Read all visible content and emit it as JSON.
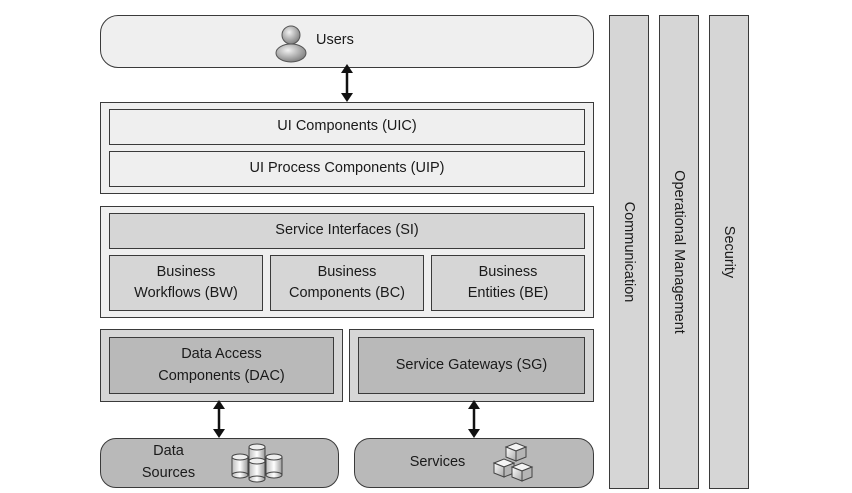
{
  "users": {
    "label": "Users"
  },
  "presentation": {
    "ui_components": "UI Components (UIC)",
    "ui_process": "UI Process Components (UIP)"
  },
  "business": {
    "service_interfaces": "Service Interfaces (SI)",
    "workflows": "Business\nWorkflows (BW)",
    "components": "Business\nComponents (BC)",
    "entities": "Business\nEntities (BE)"
  },
  "data_layer": {
    "dac": "Data Access\nComponents (DAC)",
    "gateways": "Service Gateways (SG)"
  },
  "external": {
    "data_sources": "Data\nSources",
    "services": "Services"
  },
  "crosscutting": {
    "communication": "Communication",
    "operational": "Operational Management",
    "security": "Security"
  }
}
